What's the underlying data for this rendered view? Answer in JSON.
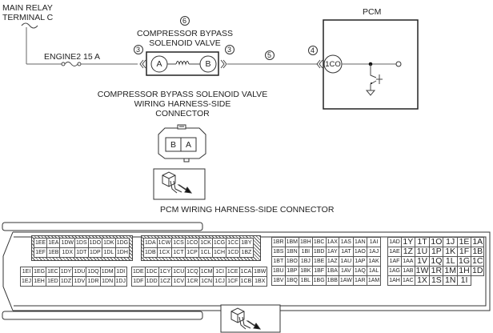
{
  "labels": {
    "main_relay_line1": "MAIN RELAY",
    "main_relay_line2": "TERMINAL C",
    "fuse": "ENGINE2 15 A",
    "valve_ref": "6",
    "valve_line1": "COMPRESSOR BYPASS",
    "valve_line2": "SOLENOID VALVE",
    "ref_3_left": "3",
    "ref_3_right": "3",
    "ref_5": "5",
    "ref_4": "4",
    "terminal_a": "A",
    "terminal_b": "B",
    "pcm": "PCM",
    "pcm_terminal": "1CO",
    "harness_line1": "COMPRESSOR BYPASS SOLENOID VALVE",
    "harness_line2": "WIRING HARNESS-SIDE",
    "harness_line3": "CONNECTOR",
    "harness_pin_b": "B",
    "harness_pin_a": "A",
    "pcm_connector_title": "PCM WIRING HARNESS-SIDE CONNECTOR"
  },
  "pcm_connector": {
    "block1_top": [
      [
        "1EE",
        "1EA",
        "1DW",
        "1DS",
        "1DO",
        "1DK",
        "1DG"
      ],
      [
        "1EF",
        "1EB",
        "1DX",
        "1DT",
        "1DP",
        "1DL",
        "1DH"
      ]
    ],
    "block1_bottom": [
      [
        "1EI",
        "1EG",
        "1EC",
        "1DY",
        "1DU",
        "1DQ",
        "1DM",
        "1DI"
      ],
      [
        "1EJ",
        "1EH",
        "1ED",
        "1DZ",
        "1DV",
        "1DR",
        "1DN",
        "1DJ"
      ]
    ],
    "block2_top": [
      [
        "1DA",
        "1CW",
        "1CS",
        "1CO",
        "1CK",
        "1CG",
        "1CC",
        "1BY"
      ],
      [
        "1DB",
        "1CX",
        "1CT",
        "1CP",
        "1CL",
        "1CH",
        "1CD",
        "1BZ"
      ]
    ],
    "block2_bottom": [
      [
        "1DE",
        "1DC",
        "1CY",
        "1CU",
        "1CQ",
        "1CM",
        "1CI",
        "1CE",
        "1CA",
        "1BW"
      ],
      [
        "1DF",
        "1DD",
        "1CZ",
        "1CV",
        "1CR",
        "1CN",
        "1CJ",
        "1CF",
        "1CB",
        "1BX"
      ]
    ],
    "block3": [
      [
        "1BR",
        "1BM",
        "1BH",
        "1BC",
        "1AX",
        "1AS",
        "1AN",
        "1AI"
      ],
      [
        "1BS",
        "1BN",
        "1BI",
        "1BD",
        "1AY",
        "1AT",
        "1AO",
        "1AJ"
      ],
      [
        "1BT",
        "1BO",
        "1BJ",
        "1BE",
        "1AZ",
        "1AU",
        "1AP",
        "1AK"
      ],
      [
        "1BU",
        "1BP",
        "1BK",
        "1BF",
        "1BA",
        "1AV",
        "1AQ",
        "1AL"
      ],
      [
        "1BV",
        "1BQ",
        "1BL",
        "1BG",
        "1BB",
        "1AW",
        "1AR",
        "1AM"
      ]
    ],
    "block4": [
      [
        "1AD",
        "1Y",
        "1T",
        "1O",
        "1J",
        "1E",
        "1A"
      ],
      [
        "1AE",
        "1Z",
        "1U",
        "1P",
        "1K",
        "1F",
        "1B"
      ],
      [
        "1AF",
        "1AA",
        "1V",
        "1Q",
        "1L",
        "1G",
        "1C"
      ],
      [
        "1AG",
        "1AB",
        "1W",
        "1R",
        "1M",
        "1H",
        "1D"
      ],
      [
        "1AH",
        "1AC",
        "1X",
        "1S",
        "1N",
        "1I",
        ""
      ]
    ]
  }
}
